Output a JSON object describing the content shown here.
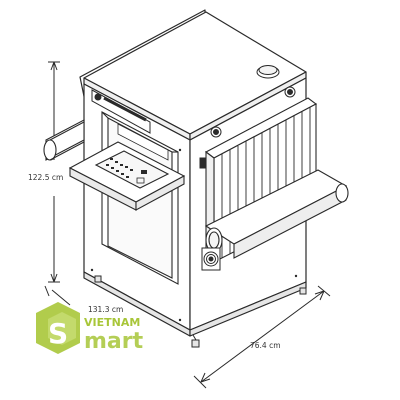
{
  "dimensions": {
    "height": "122.5 cm",
    "width": "131.3 cm",
    "depth": "76.4 cm"
  },
  "watermark": {
    "line1": "VIETNAM",
    "line2": "mart",
    "accent_color": "#a8c639",
    "text_color": "#ffffff"
  },
  "colors": {
    "line": "#2a2a2a",
    "body": "#ffffff",
    "shade": "#e6e6e6"
  },
  "icons": [
    "ruler-arrow-icon",
    "fan-grille-icon",
    "warning-light-icon",
    "control-keypad-icon"
  ]
}
